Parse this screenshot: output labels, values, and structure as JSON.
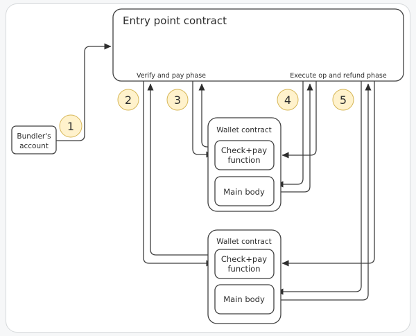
{
  "page": {
    "background": "#f6f7f8",
    "canvas_fill": "#ffffff",
    "canvas_border": "#d5d8da"
  },
  "diagram": {
    "entry_point": {
      "title": "Entry point contract",
      "verify_phase_label": "Verify and pay phase",
      "execute_phase_label": "Execute op and refund phase"
    },
    "bundler_account": {
      "line1": "Bundler's",
      "line2": "account"
    },
    "steps": [
      {
        "label": "1"
      },
      {
        "label": "2"
      },
      {
        "label": "3"
      },
      {
        "label": "4"
      },
      {
        "label": "5"
      }
    ],
    "step_badge_colors": {
      "fill": "#fff2cc",
      "stroke": "#d6b656"
    },
    "line_color": "#3f3f3f",
    "wallets": [
      {
        "title": "Wallet contract",
        "checkpay": {
          "line1": "Check+pay",
          "line2": "function"
        },
        "mainbody": "Main body"
      },
      {
        "title": "Wallet contract",
        "checkpay": {
          "line1": "Check+pay",
          "line2": "function"
        },
        "mainbody": "Main body"
      }
    ]
  }
}
